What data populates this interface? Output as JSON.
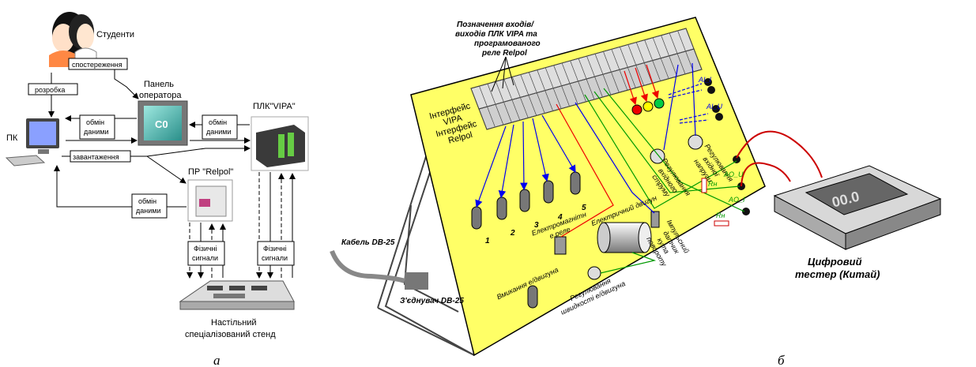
{
  "left_diagram": {
    "students": "Студенти",
    "observation": "спостереження",
    "development": "розробка",
    "pc": "ПК",
    "operator_panel_line1": "Панель",
    "operator_panel_line2": "оператора",
    "plc": "ПЛК\"VIPA\"",
    "exchange_l1": "обмін",
    "exchange_l2": "даними",
    "loading": "завантаження",
    "relay": "ПР \"Relpol\"",
    "signals_l1": "Фізичні",
    "signals_l2": "сигнали",
    "stand_l1": "Настільний",
    "stand_l2": "спеціалізований стенд",
    "panel_screen": "C0",
    "caption": "а"
  },
  "right_diagram": {
    "io_note_l1": "Позначення входів/",
    "io_note_l2": "виходів ПЛК VIPA та",
    "io_note_l3": "програмованого",
    "io_note_l4": "реле Relpol",
    "iface_l1": "Інтерфейс",
    "iface_l2": "VIPA",
    "iface_l3": "Інтерфейс",
    "iface_l4": "Relpol",
    "switch_1": "1",
    "switch_2": "2",
    "switch_3": "3",
    "switch_4": "4",
    "switch_5": "5",
    "electro_valve_l1": "Електромагнітн",
    "electro_valve_l2": "е реле",
    "motor_label": "Електричний двигун",
    "pulse_l1": "Імпульсний",
    "pulse_l2": "датчик",
    "pulse_l3": "кута",
    "pulse_l4": "повороту",
    "motor_on": "Вмикання е/двигуна",
    "speed_l1": "Регулювання",
    "speed_l2": "швидкості е/двигуна",
    "cur_l1": "Регулювання",
    "cur_l2": "вхідного",
    "cur_l3": "струму",
    "volt_l1": "Регулювання",
    "volt_l2": "вхідної",
    "volt_l3": "напруги",
    "ai_i": "AI_I",
    "ai_u": "AI_U",
    "ao_u": "AO_U",
    "ao_i": "AO_I",
    "rn": "Rн",
    "cable": "Кабель DB-25",
    "connector": "З'єднувач DB-25",
    "tester_l1": "Цифровий",
    "tester_l2": "тестер (Китай)",
    "display": "00.0",
    "caption": "б"
  },
  "colors": {
    "board": "#ffff66",
    "blue_wire": "#0000ee",
    "green_wire": "#009900",
    "red_wire": "#ee0000"
  }
}
